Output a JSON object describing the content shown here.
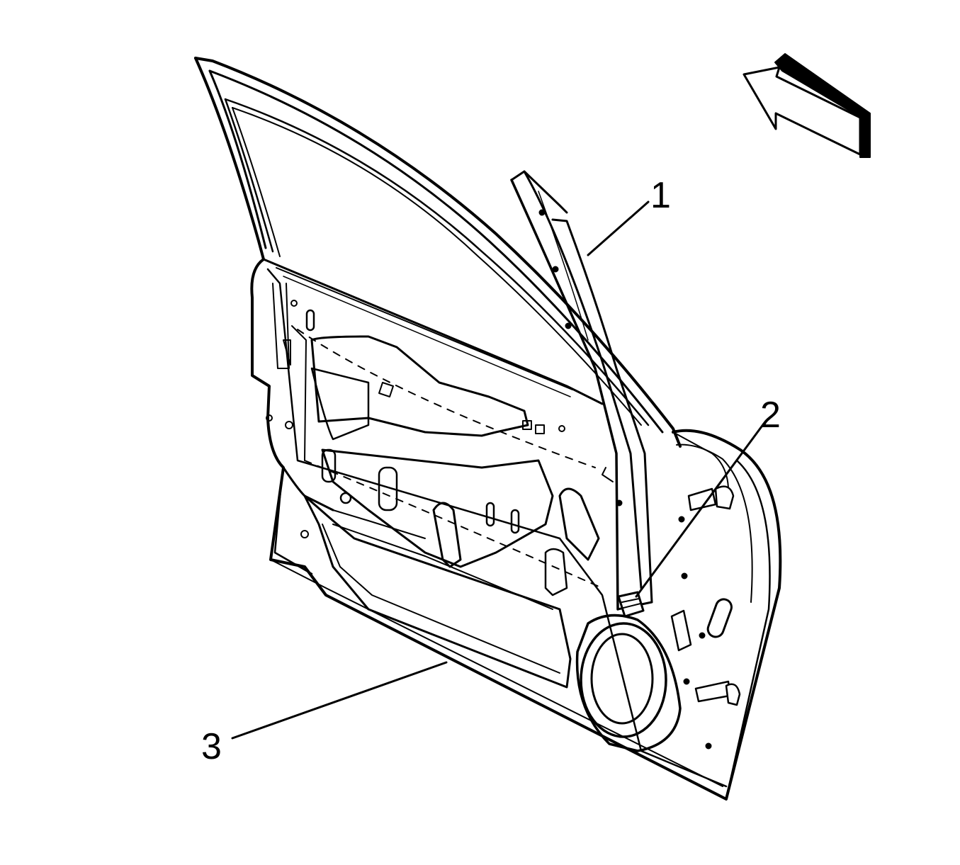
{
  "callouts": [
    {
      "id": "1",
      "text": "1"
    },
    {
      "id": "2",
      "text": "2"
    },
    {
      "id": "3",
      "text": "3"
    }
  ],
  "colors": {
    "line": "#000000",
    "fill": "#ffffff"
  },
  "icons": {
    "direction_arrow": "forward-arrow-icon"
  }
}
